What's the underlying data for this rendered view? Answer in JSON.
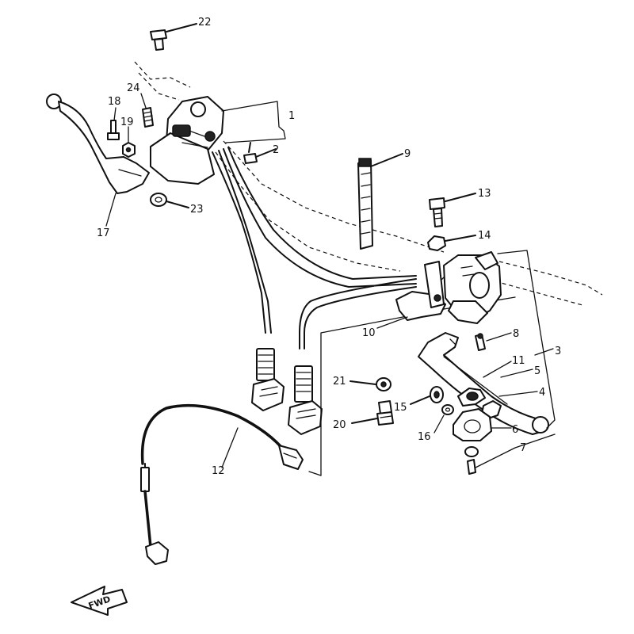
{
  "diagram": {
    "callouts": {
      "c1": "1",
      "c2": "2",
      "c3": "3",
      "c4": "4",
      "c5": "5",
      "c6": "6",
      "c7": "7",
      "c8": "8",
      "c9": "9",
      "c10": "10",
      "c11": "11",
      "c12": "12",
      "c13": "13",
      "c14": "14",
      "c15": "15",
      "c16": "16",
      "c17": "17",
      "c18": "18",
      "c19": "19",
      "c20": "20",
      "c21": "21",
      "c22": "22",
      "c23": "23",
      "c24": "24"
    },
    "fwd_label": "FWD"
  }
}
